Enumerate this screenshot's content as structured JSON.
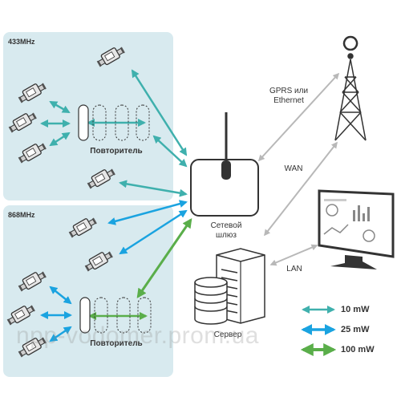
{
  "bands": {
    "upper": "433MHz",
    "lower": "868MHz"
  },
  "labels": {
    "repeater_upper": "Повторитель",
    "repeater_lower": "Повторитель",
    "gateway": "Сетевой\nшлюз",
    "server": "Сервер",
    "gprs": "GPRS или\nEthernet",
    "wan": "WAN",
    "lan": "LAN"
  },
  "legend": [
    {
      "label": "10 mW",
      "color": "#3fb0ad"
    },
    {
      "label": "25 mW",
      "color": "#1aa3e0"
    },
    {
      "label": "100 mW",
      "color": "#5aae4a"
    }
  ],
  "watermark": "npp-vodomer.prom.ua",
  "colors": {
    "panel": "#d8eaef",
    "link_10mw": "#3fb0ad",
    "link_25mw": "#1aa3e0",
    "link_100mw": "#5aae4a",
    "link_network": "#b8b8b8"
  }
}
